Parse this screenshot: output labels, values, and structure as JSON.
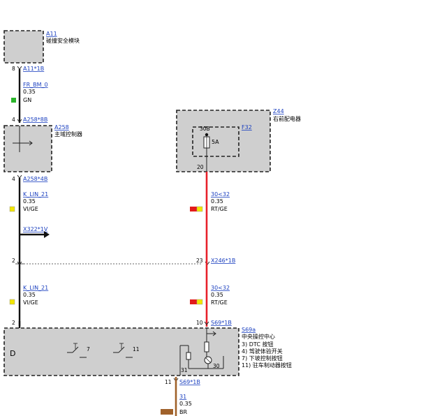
{
  "components": {
    "a11": {
      "id": "A11",
      "name": "碰撞安全模块",
      "pin": "8",
      "connector": "A11*1B"
    },
    "a258": {
      "id": "A258",
      "name": "主域控制器",
      "pin_top": "4",
      "conn_top": "A258*8B",
      "pin_bottom": "4",
      "conn_bottom": "A258*4B"
    },
    "z44": {
      "id": "Z44",
      "name": "右前配电器",
      "fuse_id": "F32",
      "fuse_pin": "30B",
      "fuse_rating": "5A",
      "pin_out": "20"
    },
    "x246": {
      "connector": "X246*1B",
      "pin_left": "2",
      "pin_right": "23"
    },
    "s69a": {
      "id": "S69a",
      "name": "中央操控中心",
      "connector_top": "S69*1B",
      "pin_top": "10",
      "pin_left": "2",
      "functions": [
        "3)   DTC 按钮",
        "4)   驾驶体验开关",
        "7)   下坡控制按钮",
        "11)  驻车制动器按钮"
      ],
      "switch_7": "7",
      "switch_11": "11",
      "internal_31": "31",
      "internal_30": "30",
      "pin_bottom": "11",
      "connector_bottom": "S69*1B"
    }
  },
  "wires": {
    "fr_bm": {
      "name": "FR_BM_0",
      "size": "0.35",
      "color": "GN"
    },
    "k_lin_top": {
      "name": "K_LIN_21",
      "size": "0.35",
      "color": "VI/GE"
    },
    "x322": {
      "name": "X322*1V"
    },
    "k_lin_bottom": {
      "name": "K_LIN_21",
      "size": "0.35",
      "color": "VI/GE"
    },
    "r30_top": {
      "name": "30<32",
      "size": "0.35",
      "color": "RT/GE"
    },
    "r30_bottom": {
      "name": "30<32",
      "size": "0.35",
      "color": "RT/GE"
    },
    "ground": {
      "name": "31",
      "size": "0.35",
      "color": "BR"
    }
  },
  "colors": {
    "box_fill": "#cfcfcf",
    "wire_black": "#111111",
    "wire_red": "#e8202a",
    "wire_brown": "#a0612a",
    "swatch_green": "#2bb52b",
    "swatch_yellow": "#f2e600",
    "swatch_red": "#e21b1b",
    "swatch_brown": "#a0612a",
    "link": "#1a3fbf"
  }
}
